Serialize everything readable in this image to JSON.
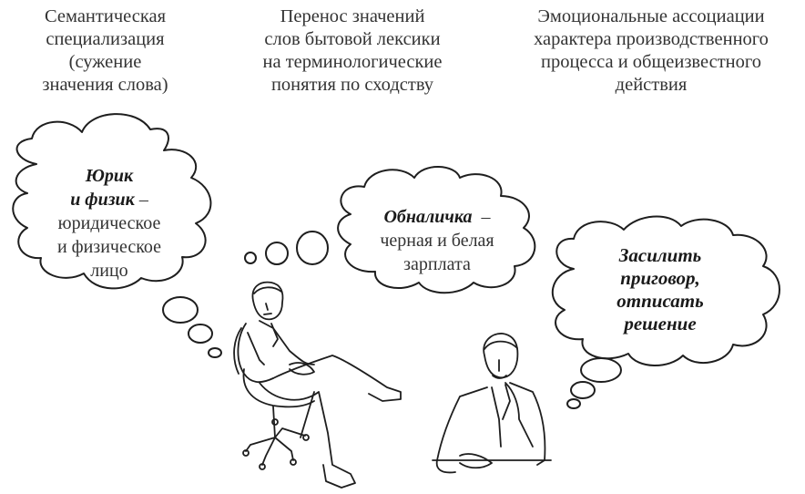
{
  "headings": [
    {
      "lines": [
        "Семантическая",
        "специализация",
        "(сужение",
        "значения слова)"
      ]
    },
    {
      "lines": [
        "Перенос значений",
        "слов бытовой лексики",
        "на терминологические",
        "понятия по сходству"
      ]
    },
    {
      "lines": [
        "Эмоциональные ассоциации",
        "характера производственного",
        "процесса и общеизвестного",
        "действия"
      ]
    }
  ],
  "clouds": [
    {
      "term_lines": [
        "Юрик",
        "и физик"
      ],
      "dash": " –",
      "definition_lines": [
        "юридическое",
        "и физическое",
        "лицо"
      ]
    },
    {
      "term": "Обналичка",
      "dash": "  –",
      "definition_lines": [
        "черная и белая",
        "зарплата"
      ]
    },
    {
      "term_lines": [
        "Засилить",
        "приговор,",
        "отписать",
        "решение"
      ]
    }
  ],
  "figures": [
    {
      "name": "man-in-office-chair",
      "description": "man in suit sitting in swivel chair with crossed legs"
    },
    {
      "name": "man-at-desk",
      "description": "man in suit at desk, hand on chin"
    }
  ],
  "colors": {
    "line": "#1e1e1e",
    "text": "#333333",
    "background": "#ffffff"
  }
}
